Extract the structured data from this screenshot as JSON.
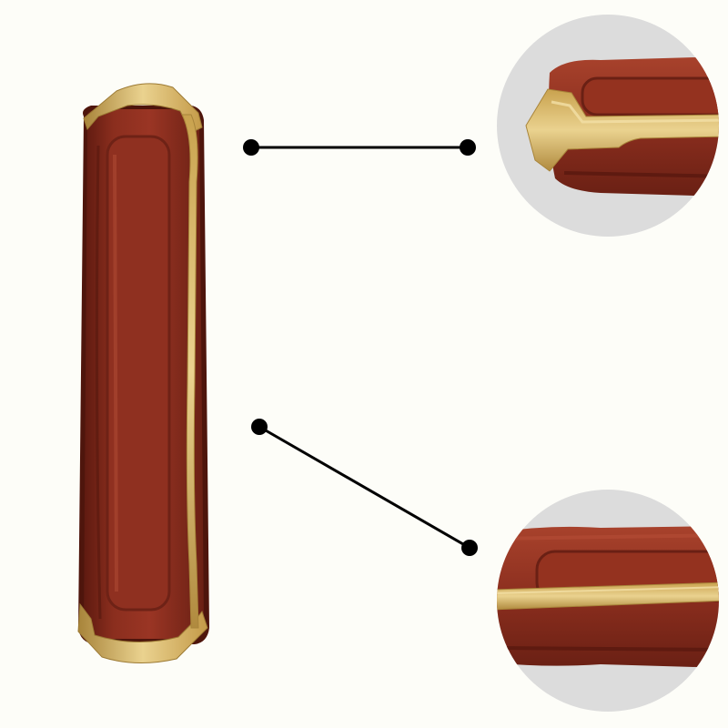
{
  "photo": {
    "subject": "ceramic-fuse",
    "views": [
      "full-fuse-view",
      "zoom-end-cap",
      "zoom-middle-body"
    ]
  },
  "colors": {
    "background": "#fdfdf8",
    "circle_background": "#dcdcdc",
    "fuse_body": "#8b2e1e",
    "fuse_body_dark": "#5e1a10",
    "fuse_body_light": "#a8422c",
    "gold_strip": "#d4af5f",
    "gold_strip_light": "#ead28f",
    "gold_strip_dark": "#a8843a",
    "callout_line": "#000000"
  }
}
